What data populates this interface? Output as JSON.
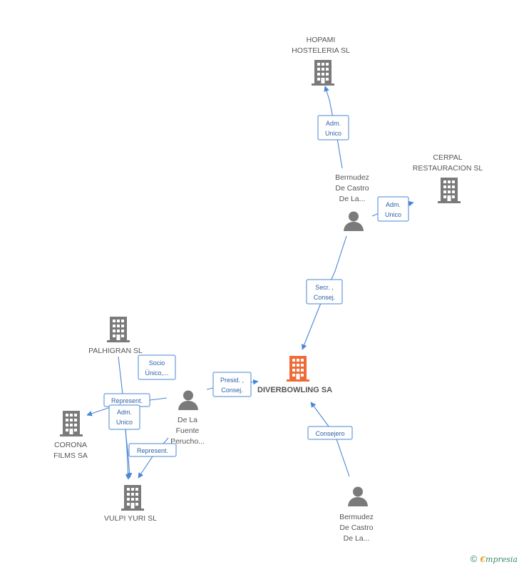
{
  "nodes": {
    "hopami": {
      "lines": [
        "HOPAMI",
        "HOSTELERIA SL"
      ],
      "kind": "company"
    },
    "cerpal": {
      "lines": [
        "CERPAL",
        "RESTAURACION SL"
      ],
      "kind": "company"
    },
    "bermudez_top": {
      "lines": [
        "Bermudez",
        "De Castro",
        "De La..."
      ],
      "kind": "person"
    },
    "diverbowling": {
      "lines": [
        "DIVERBOWLING SA"
      ],
      "kind": "company",
      "main": true
    },
    "palhigran": {
      "lines": [
        "PALHIGRAN SL"
      ],
      "kind": "company"
    },
    "corona": {
      "lines": [
        "CORONA",
        "FILMS SA"
      ],
      "kind": "company"
    },
    "vulpi": {
      "lines": [
        "VULPI YURI SL"
      ],
      "kind": "company"
    },
    "delafuente": {
      "lines": [
        "De La",
        "Fuente",
        "Perucho..."
      ],
      "kind": "person"
    },
    "bermudez_bottom": {
      "lines": [
        "Bermudez",
        "De Castro",
        "De La..."
      ],
      "kind": "person"
    }
  },
  "edges": {
    "e1": {
      "lines": [
        "Adm.",
        "Unico"
      ]
    },
    "e2": {
      "lines": [
        "Adm.",
        "Unico"
      ]
    },
    "e3": {
      "lines": [
        "Secr. ,",
        "Consej."
      ]
    },
    "e4": {
      "lines": [
        "Presid. ,",
        "Consej."
      ]
    },
    "e5": {
      "lines": [
        "Socio",
        "Único,..."
      ]
    },
    "e6": {
      "lines": [
        "Represent."
      ]
    },
    "e7": {
      "lines": [
        "Adm.",
        "Unico"
      ]
    },
    "e8": {
      "lines": [
        "Represent."
      ]
    },
    "e9": {
      "lines": [
        "Consejero"
      ]
    }
  },
  "colors": {
    "company": "#7a7a7a",
    "main_company": "#f06a35",
    "person": "#7a7a7a",
    "edge": "#4a86d4"
  },
  "brand": {
    "copyright": "©",
    "initial": "€",
    "rest": "mpresia"
  }
}
